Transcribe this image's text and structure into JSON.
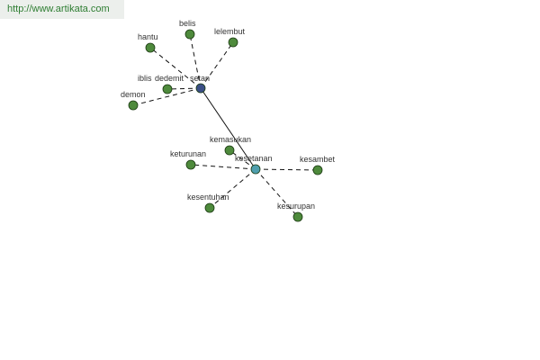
{
  "watermark": "http://www.artikata.com",
  "colors": {
    "leaf": "#4e8a3c",
    "hub_setan": "#3b4f86",
    "hub_kesetanan": "#4f9fae",
    "edge": "#111111"
  },
  "graph": {
    "nodes": [
      {
        "id": "setan",
        "label": "setan",
        "kind": "hub_setan"
      },
      {
        "id": "kesetanan",
        "label": "kesetanan",
        "kind": "hub_kesetanan"
      },
      {
        "id": "hantu",
        "label": "hantu",
        "kind": "leaf"
      },
      {
        "id": "belis",
        "label": "belis",
        "kind": "leaf"
      },
      {
        "id": "lelembut",
        "label": "lelembut",
        "kind": "leaf"
      },
      {
        "id": "iblis",
        "label": "iblis",
        "kind": "leaf"
      },
      {
        "id": "dedemit",
        "label": "dedemit",
        "kind": "leaf"
      },
      {
        "id": "demon",
        "label": "demon",
        "kind": "leaf"
      },
      {
        "id": "kemasukan",
        "label": "kemasukan",
        "kind": "leaf"
      },
      {
        "id": "keturunan",
        "label": "keturunan",
        "kind": "leaf"
      },
      {
        "id": "kesambet",
        "label": "kesambet",
        "kind": "leaf"
      },
      {
        "id": "kesentuhan",
        "label": "kesentuhan",
        "kind": "leaf"
      },
      {
        "id": "kesurupan",
        "label": "kesurupan",
        "kind": "leaf"
      }
    ],
    "edges": [
      {
        "from": "setan",
        "to": "kesetanan",
        "style": "solid"
      },
      {
        "from": "setan",
        "to": "hantu",
        "style": "dashed"
      },
      {
        "from": "setan",
        "to": "belis",
        "style": "dashed"
      },
      {
        "from": "setan",
        "to": "lelembut",
        "style": "dashed"
      },
      {
        "from": "setan",
        "to": "iblis",
        "style": "dashed"
      },
      {
        "from": "setan",
        "to": "demon",
        "style": "dashed"
      },
      {
        "from": "kesetanan",
        "to": "kemasukan",
        "style": "dashed"
      },
      {
        "from": "kesetanan",
        "to": "keturunan",
        "style": "dashed"
      },
      {
        "from": "kesetanan",
        "to": "kesambet",
        "style": "dashed"
      },
      {
        "from": "kesetanan",
        "to": "kesentuhan",
        "style": "dashed"
      },
      {
        "from": "kesetanan",
        "to": "kesurupan",
        "style": "dashed"
      }
    ]
  }
}
